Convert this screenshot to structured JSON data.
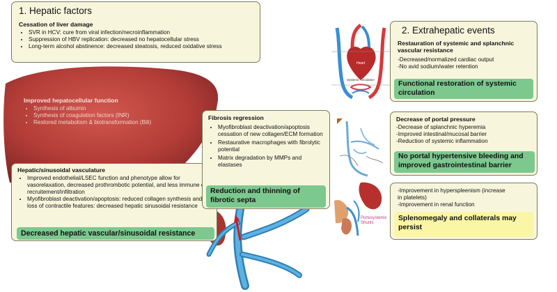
{
  "hepatic": {
    "heading": "1. Hepatic factors",
    "subheading": "Cessation of liver damage",
    "items": [
      "SVR in HCV: cure from viral infection/necroinflammation",
      "Suppression of HBV replication: decreased no hepatocellular stress",
      "Long-term alcohol abstinence: decreased steatosis, reduced oxidative stress"
    ]
  },
  "liver": {
    "title": "Improved hepatocellular function",
    "items": [
      "Synthesis of albumin",
      "Synthesis of coagulation factors (INR)",
      "Restored metabolism & biotransformation (Bili)"
    ]
  },
  "vasculature": {
    "title": "Hepatic/sinusoidal vasculature",
    "items": [
      "Improved endothelial/LSEC function and phenotype allow for vasorelaxation, decreased prothrombotic potential, and less immune cell recruitement/infiltration",
      "Myofibroblast deactivation/apoptosis: reduced collagen synthesis and loss of contractile features: decreased hepatic sinusoidal resistance"
    ],
    "result": "Decreased hepatic vascular/sinusoidal resistance"
  },
  "fibrosis": {
    "title": "Fibrosis regression",
    "items": [
      "Myofibroblast deactivation/apoptosis cessation of new collagen/ECM formation",
      "Restaurative macrophages with fibrolytic potential",
      "Matrix degradation by MMPs and elastases"
    ],
    "result": "Reduction and thinning of fibrotic septa"
  },
  "extrahepatic": {
    "heading": "2. Extrahepatic events",
    "subheading": "Restauration of systemic and splanchnic vascular resistance",
    "lines": "-Decreased/normalized cardiac output\n-No avid sodium/water retention",
    "result": "Functional restoration of systemic circulation"
  },
  "portal": {
    "title": "Decrease of portal pressure",
    "lines": "-Decrease of splanchnic hyperemia\n-Improved intestinal/mucosal barrier\n-Reduction of systemic inflammation",
    "result": "No portal hypertensive bleeding and improved gastrointestinal barrier"
  },
  "spleen": {
    "lines": "-Improvement in hyperspleenism (increase\n  in platelets)\n-Improvement in renal function",
    "result": "Splenomegaly and collaterals may persist"
  },
  "images": {
    "heart_label": "Heart",
    "systemic_label": "Systemic circulation",
    "shunt_label": "Portosystemic\nShunts"
  },
  "colors": {
    "box_fill": "#f7f6dd",
    "green_fill": "#7dc88f",
    "yellow_fill": "#fbf6a6",
    "liver": "#b8413c"
  }
}
